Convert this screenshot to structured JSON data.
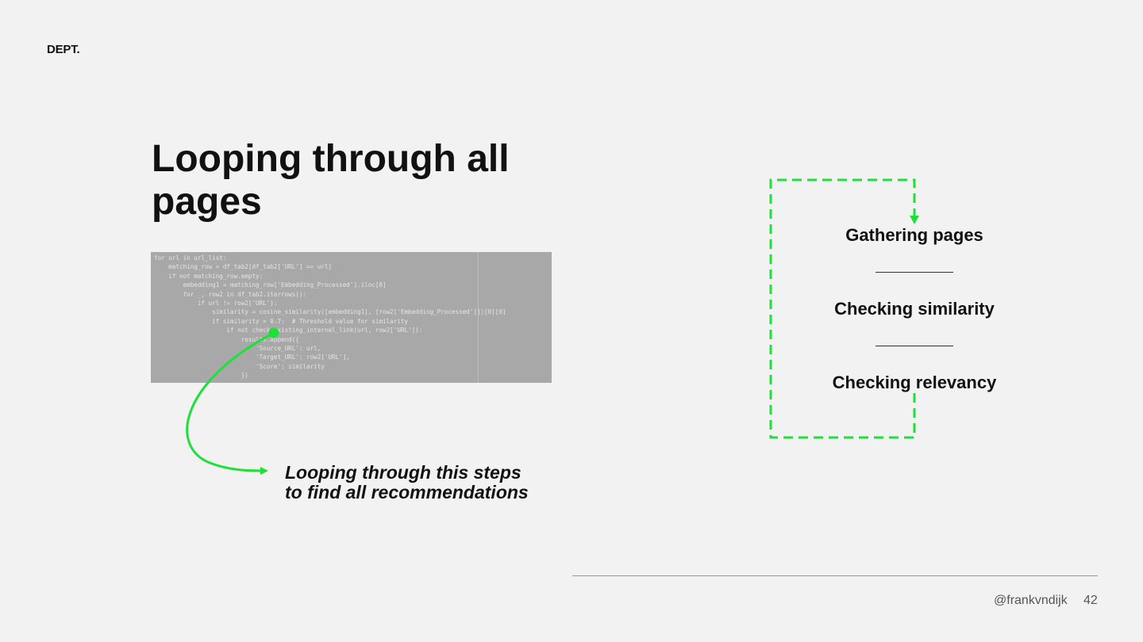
{
  "logo": "DEPT.",
  "slide": {
    "title": "Looping through all pages",
    "callout_line1": "Looping through this steps",
    "callout_line2": "to find all recommendations"
  },
  "code_lines": [
    "for url in url_list:",
    "    matching_row = df_tab2[df_tab2['URL'] == url]",
    "    if not matching_row.empty:",
    "        embedding1 = matching_row['Embedding_Processed'].iloc[0]",
    "        for _, row2 in df_tab2.iterrows():",
    "            if url != row2['URL']:",
    "                similarity = cosine_similarity([embedding1], [row2['Embedding_Processed']])[0][0]",
    "                if similarity > 0.7:  # Threshold value for similarity",
    "                    if not check_existing_internal_link(url, row2['URL']):",
    "                        results.append({",
    "                            'Source_URL': url,",
    "                            'Target_URL': row2['URL'],",
    "                            'Score': similarity",
    "                        })"
  ],
  "steps": [
    "Gathering pages",
    "Checking similarity",
    "Checking relevancy"
  ],
  "footer": {
    "handle": "@frankvndijk",
    "page_number": "42"
  },
  "colors": {
    "accent_green": "#1fe03a",
    "background": "#f2f2f2",
    "code_bg": "#a8a8a8"
  }
}
